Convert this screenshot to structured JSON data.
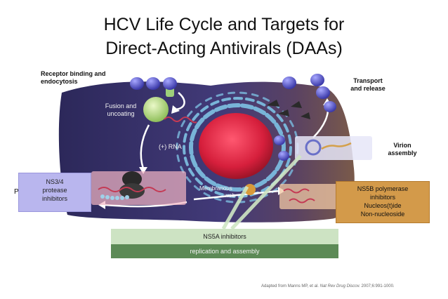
{
  "title": {
    "line1": "HCV Life Cycle and Targets for",
    "line2": "Direct-Acting Antivirals (DAAs)"
  },
  "steps": {
    "receptor_line1": "Receptor binding and",
    "receptor_line2": "endocytosis",
    "transport_line1": "Transport",
    "transport_line2": "and release",
    "fusion_line1": "Fusion and",
    "fusion_line2": "uncoating",
    "rna": "(+) RNA",
    "virion_line1": "Virion",
    "virion_line2": "assembly",
    "membranous_line1": "Membranous",
    "membranous_line2": "web",
    "clipped_left": "P"
  },
  "targets": {
    "ns34_line1": "NS3/4",
    "ns34_line2": "protease",
    "ns34_line3": "inhibitors",
    "ns5b_line1": "NS5B polymerase",
    "ns5b_line2": "inhibitors",
    "ns5b_line3": "Nucleos(t)ide",
    "ns5b_line4": "Non-nucleoside",
    "ns5a_label": "NS5A inhibitors",
    "replication_label": "replication and assembly"
  },
  "citation": {
    "prefix": "Adapted from Manns MP, et al.",
    "journal": "Nat Rev Drug Discov.",
    "suffix": "2007;6:991-1000."
  },
  "colors": {
    "cell": "#3d3670",
    "nucleus": "#d61f3c",
    "er": "#78b4d8",
    "virion": "#5654c8",
    "ns34_box": "#b9b6ee",
    "ns5b_box": "#d39a4a",
    "ns5a_box": "#cde3c3",
    "replication_bar": "#5c8a56"
  }
}
